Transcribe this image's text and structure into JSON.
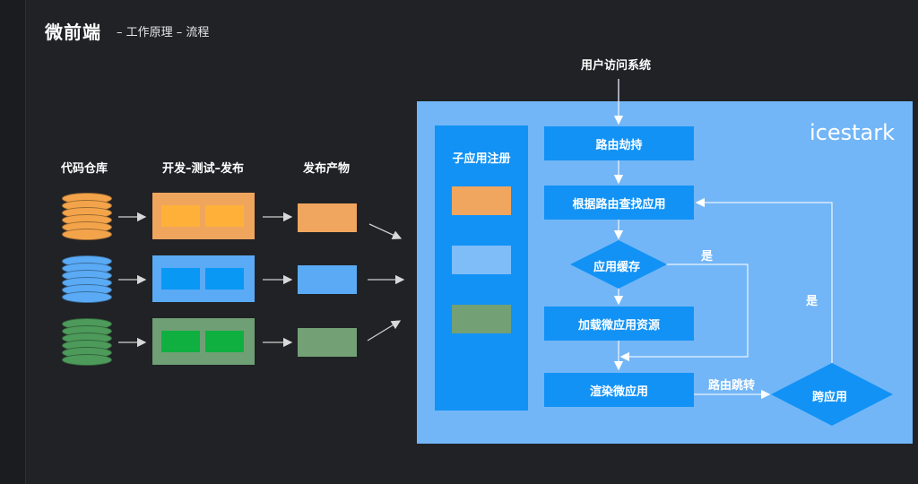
{
  "header": {
    "title": "微前端",
    "subtitle": "–  工作原理  –  流程"
  },
  "pipeline": {
    "labels": {
      "repo": "代码仓库",
      "dev": "开发–测试–发布",
      "artifact": "发布产物"
    },
    "rows": [
      {
        "name": "orange",
        "db_color": "#f3a44a",
        "work_bg": "#f0a55d",
        "cell_color": "#ffb038",
        "artifact_color": "#f0a65e"
      },
      {
        "name": "blue",
        "db_color": "#5aaaf5",
        "work_bg": "#5aaaf5",
        "cell_color": "#0a98f5",
        "artifact_color": "#5aaaf5"
      },
      {
        "name": "green",
        "db_color": "#4d9a5a",
        "work_bg": "#6f9f75",
        "cell_color": "#0fb040",
        "artifact_color": "#73a075"
      }
    ]
  },
  "icestark": {
    "brand": "icestark",
    "entry": "用户访问系统",
    "register_label": "子应用注册",
    "register_colors": [
      "#f0a65e",
      "#7fbdf9",
      "#73a075"
    ],
    "steps": {
      "hijack": "路由劫持",
      "find": "根据路由查找应用",
      "cache": "应用缓存",
      "load": "加载微应用资源",
      "render": "渲染微应用",
      "cross": "跨应用"
    },
    "labels": {
      "yes_cache": "是",
      "yes_cross": "是",
      "route_jump": "路由跳转"
    }
  }
}
